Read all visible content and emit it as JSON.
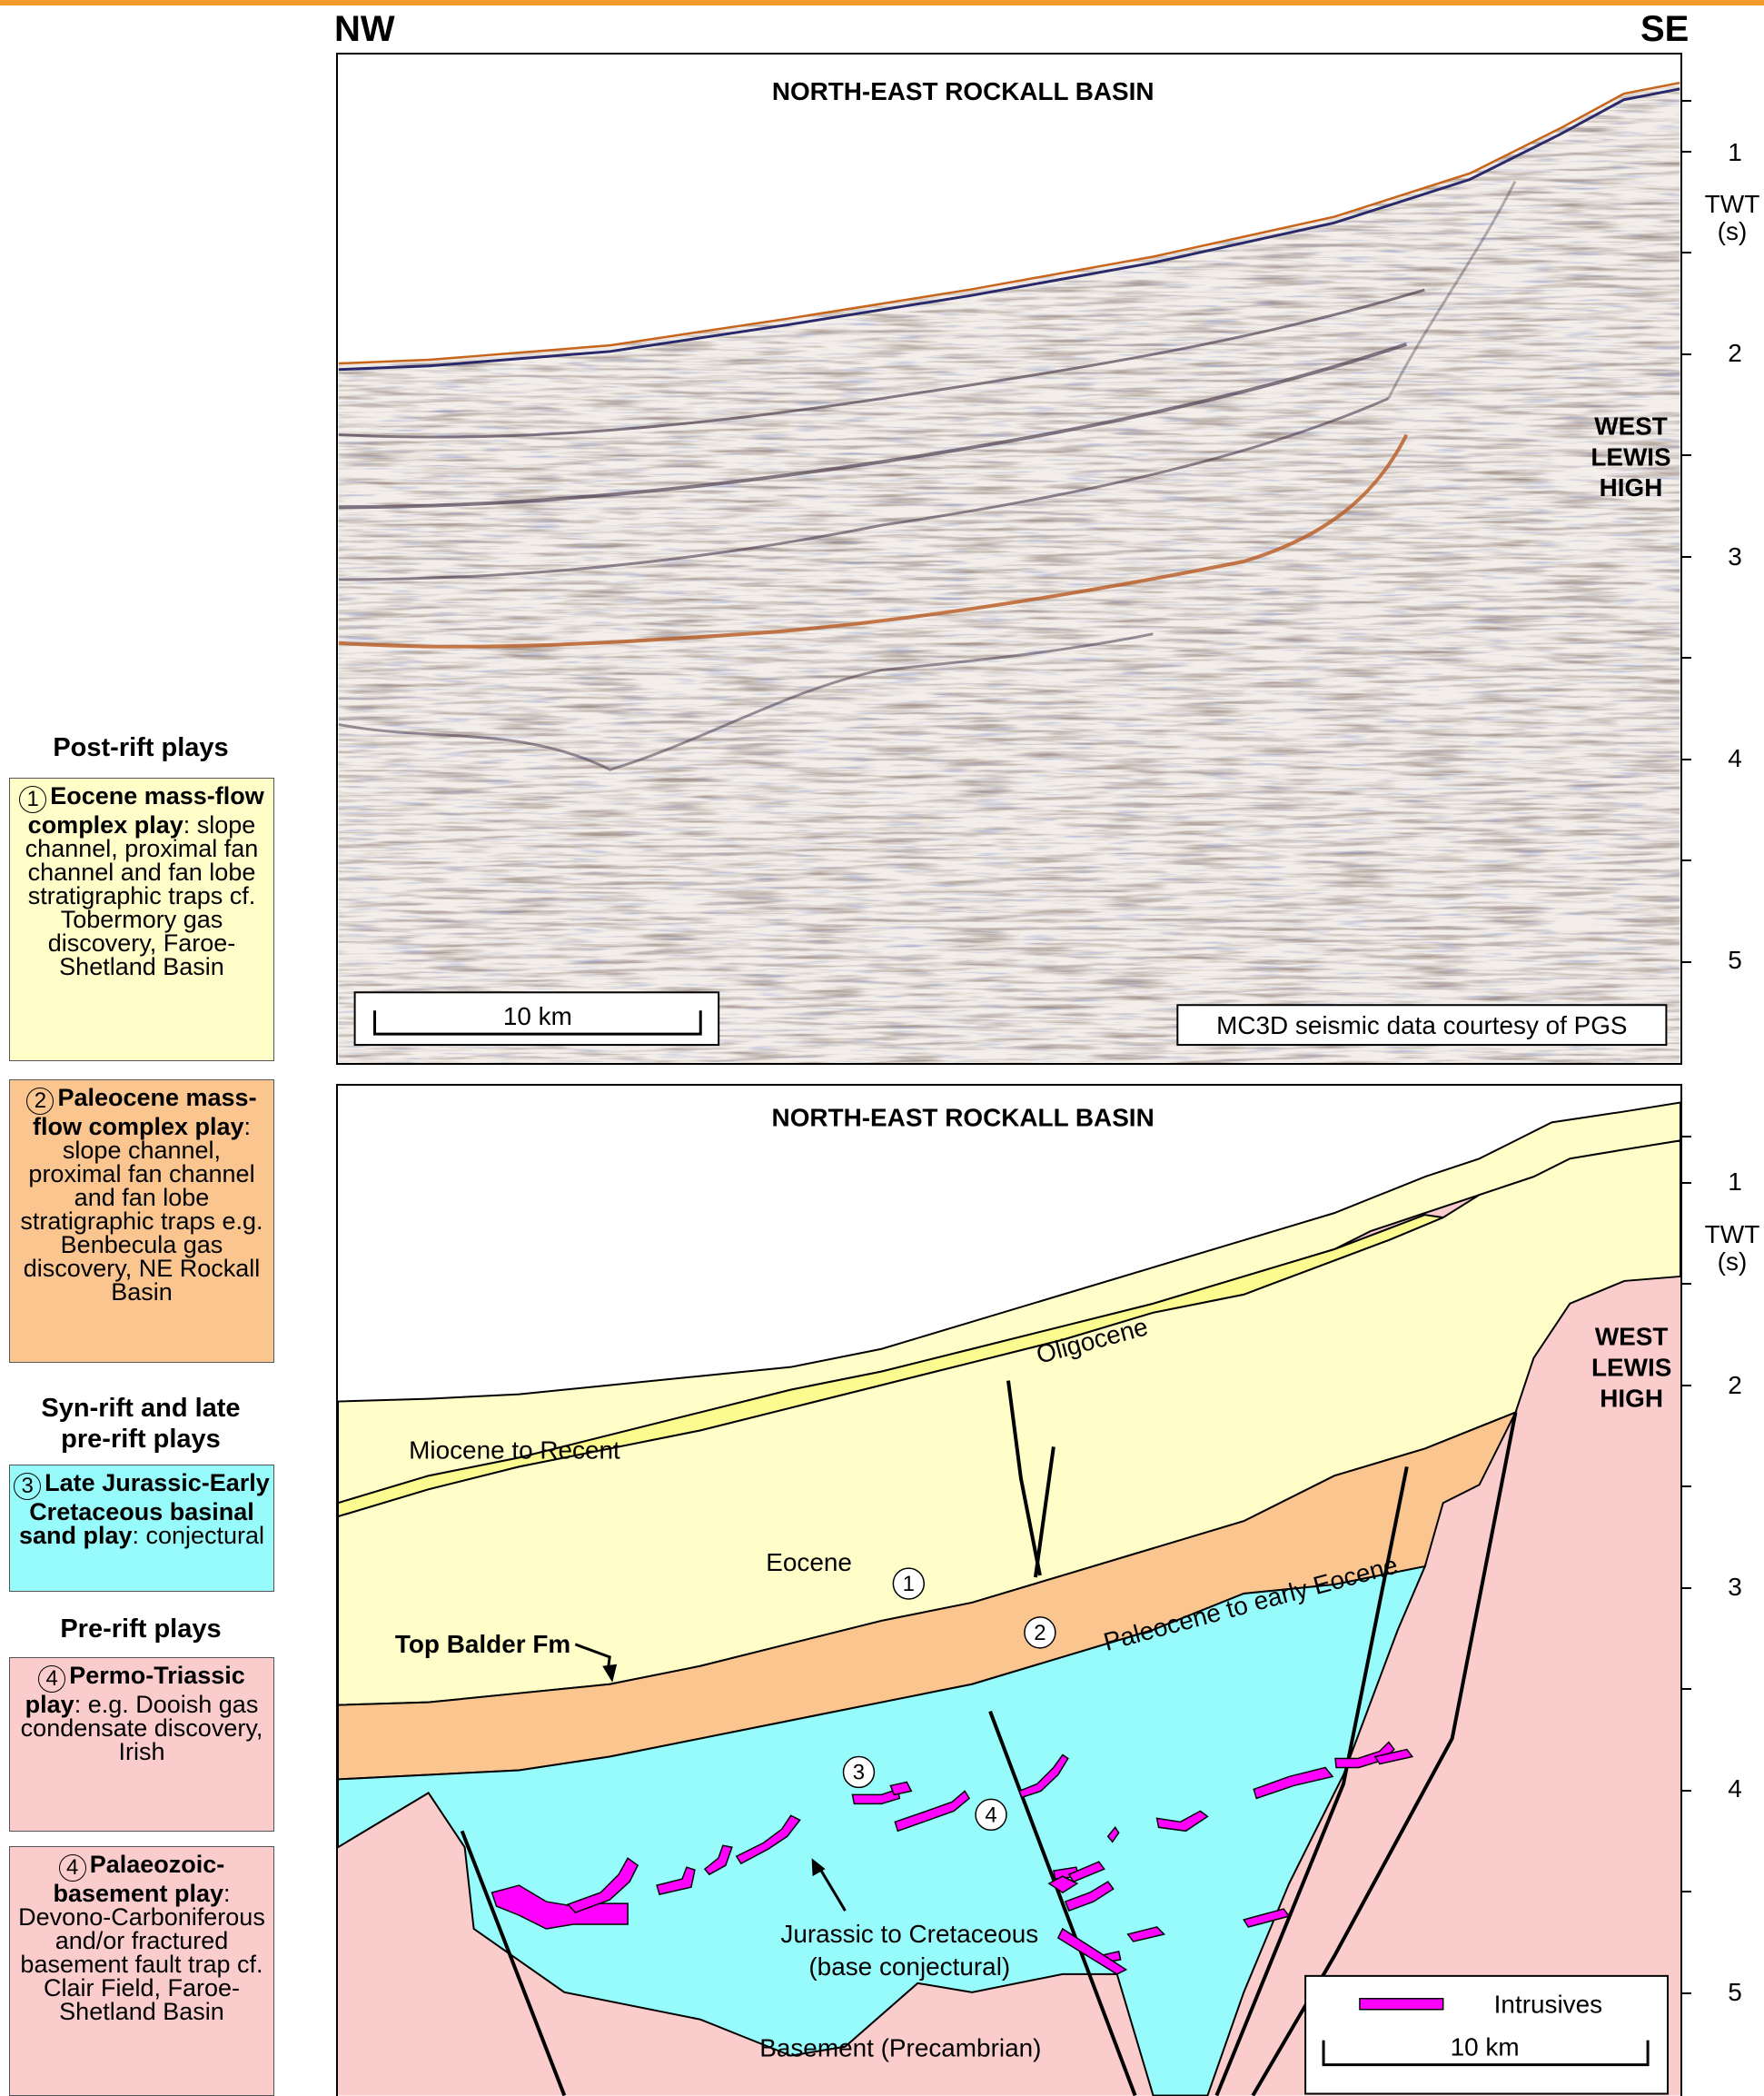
{
  "orientation": {
    "left": "NW",
    "right": "SE"
  },
  "legend": {
    "post_rift_heading": "Post-rift plays",
    "syn_rift_heading": "Syn-rift and late pre-rift plays",
    "pre_rift_heading": "Pre-rift plays",
    "plays": [
      {
        "num": "1",
        "title": "Eocene mass-flow complex play",
        "desc": ": slope channel, proximal fan channel and fan lobe stratigraphic traps cf. Tobermory gas discovery, Faroe-Shetland Basin",
        "color": "#fffdc8"
      },
      {
        "num": "2",
        "title": "Paleocene mass-flow complex play",
        "desc": ": slope channel, proximal fan channel and fan lobe stratigraphic traps e.g. Benbecula gas discovery, NE Rockall Basin",
        "color": "#fbc590"
      },
      {
        "num": "3",
        "title": "Late Jurassic-Early Cretaceous basinal sand play",
        "desc": ": conjectural",
        "color": "#97fbfb"
      },
      {
        "num": "4",
        "title": "Permo-Triassic play",
        "desc": ": e.g. Dooish gas condensate discovery, Irish",
        "color": "#fbcccc"
      },
      {
        "num": "4",
        "title": "Palaeozoic-basement play",
        "desc": ": Devono-Carboniferous and/or fractured basement fault trap cf. Clair Field, Faroe-Shetland Basin",
        "color": "#fbcccc"
      }
    ]
  },
  "seismic": {
    "title": "NORTH-EAST ROCKALL BASIN",
    "high_label_lines": [
      "WEST",
      "LEWIS",
      "HIGH"
    ],
    "scale_label": "10 km",
    "credit": "MC3D seismic data courtesy of PGS"
  },
  "section": {
    "title": "NORTH-EAST ROCKALL BASIN",
    "high_label_lines": [
      "WEST",
      "LEWIS",
      "HIGH"
    ],
    "units": {
      "miocene": "Miocene to Recent",
      "oligocene": "Oligocene",
      "eocene": "Eocene",
      "paleocene": "Paleocene to early Eocene",
      "top_balder": "Top Balder Fm",
      "jurassic_line1": "Jurassic to Cretaceous",
      "jurassic_line2": "(base conjectural)",
      "basement": "Basement (Precambrian)"
    },
    "play_markers": [
      "1",
      "2",
      "3",
      "4"
    ],
    "legend_intrusives": "Intrusives",
    "scale_label": "10 km"
  },
  "axis": {
    "label_line1": "TWT",
    "label_line2": "(s)",
    "ticks": [
      "1",
      "2",
      "3",
      "4",
      "5"
    ]
  },
  "colors": {
    "accent_bar": "#f39a2a",
    "miocene": "#fffdc8",
    "oligocene": "#fbfb90",
    "eocene": "#fffdc8",
    "paleocene": "#fbc590",
    "jurassic": "#97fbfb",
    "basement": "#fbcccc",
    "intrusive": "#ff00ff"
  }
}
